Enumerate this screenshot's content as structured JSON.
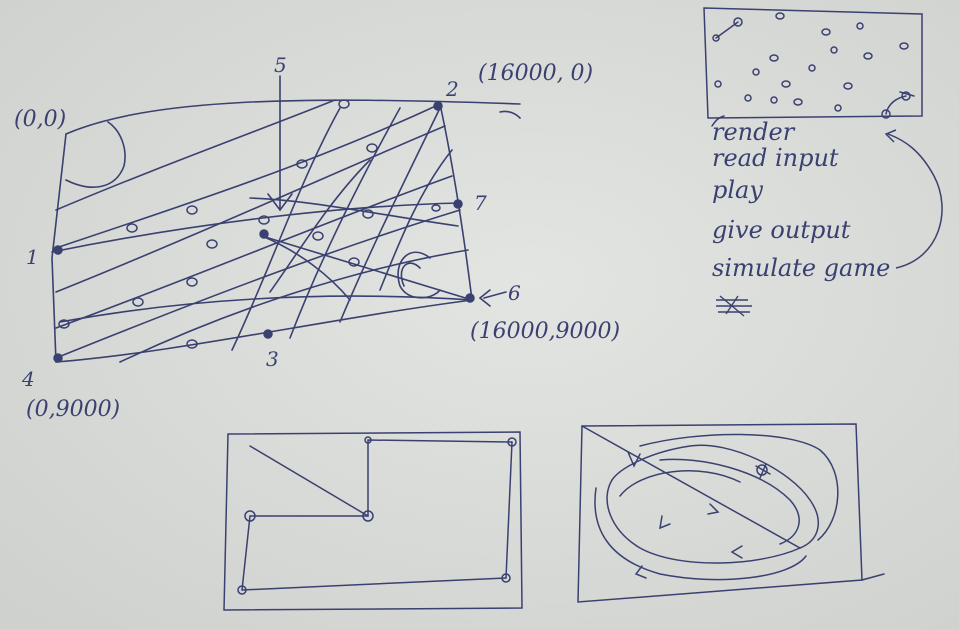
{
  "main_diagram": {
    "corners": {
      "top_left": "(0,0)",
      "top_right": "(16000, 0)",
      "bottom_right": "(16000,9000)",
      "bottom_left": "(0,9000)"
    },
    "point_labels": [
      "1",
      "2",
      "3",
      "4",
      "5",
      "6",
      "7"
    ]
  },
  "notes": {
    "steps": [
      "render",
      "read input",
      "play",
      "give output",
      "simulate game"
    ]
  },
  "colors": {
    "paper": "#d9dbd8",
    "ink": "#3a4170"
  }
}
